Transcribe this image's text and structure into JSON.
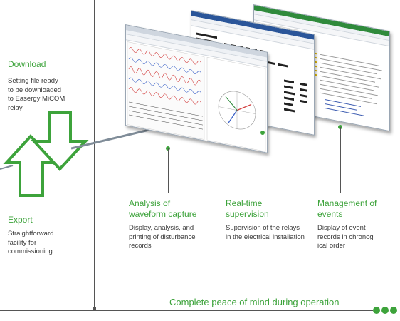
{
  "left": {
    "download": {
      "title": "Download",
      "text": "Setting file ready\nto be downloaded\nto Easergy MiCOM\nrelay"
    },
    "export": {
      "title": "Export",
      "text": "Straightforward\nfacility for\ncommissioning"
    }
  },
  "features": [
    {
      "title": "Analysis of\nwaveform capture",
      "text": "Display, analysis, and\nprinting of disturbance\nrecords"
    },
    {
      "title": "Real-time\nsupervision",
      "text": "Supervision of the relays\nin the electrical installation"
    },
    {
      "title": "Management of\nevents",
      "text": "Display of event\nrecords in chronog\nical order"
    }
  ],
  "footer": {
    "tagline": "Complete peace of mind during operation"
  },
  "colors": {
    "accent": "#3da33b",
    "rule": "#555555",
    "window_title_blue": "#2a5599",
    "window_title_green": "#2f8a3c"
  },
  "screenshots": {
    "waveform_window": {
      "icon": "waveform-icon"
    },
    "supervision_window": {
      "icon": "monitor-icon"
    },
    "events_window": {
      "icon": "list-icon"
    }
  }
}
